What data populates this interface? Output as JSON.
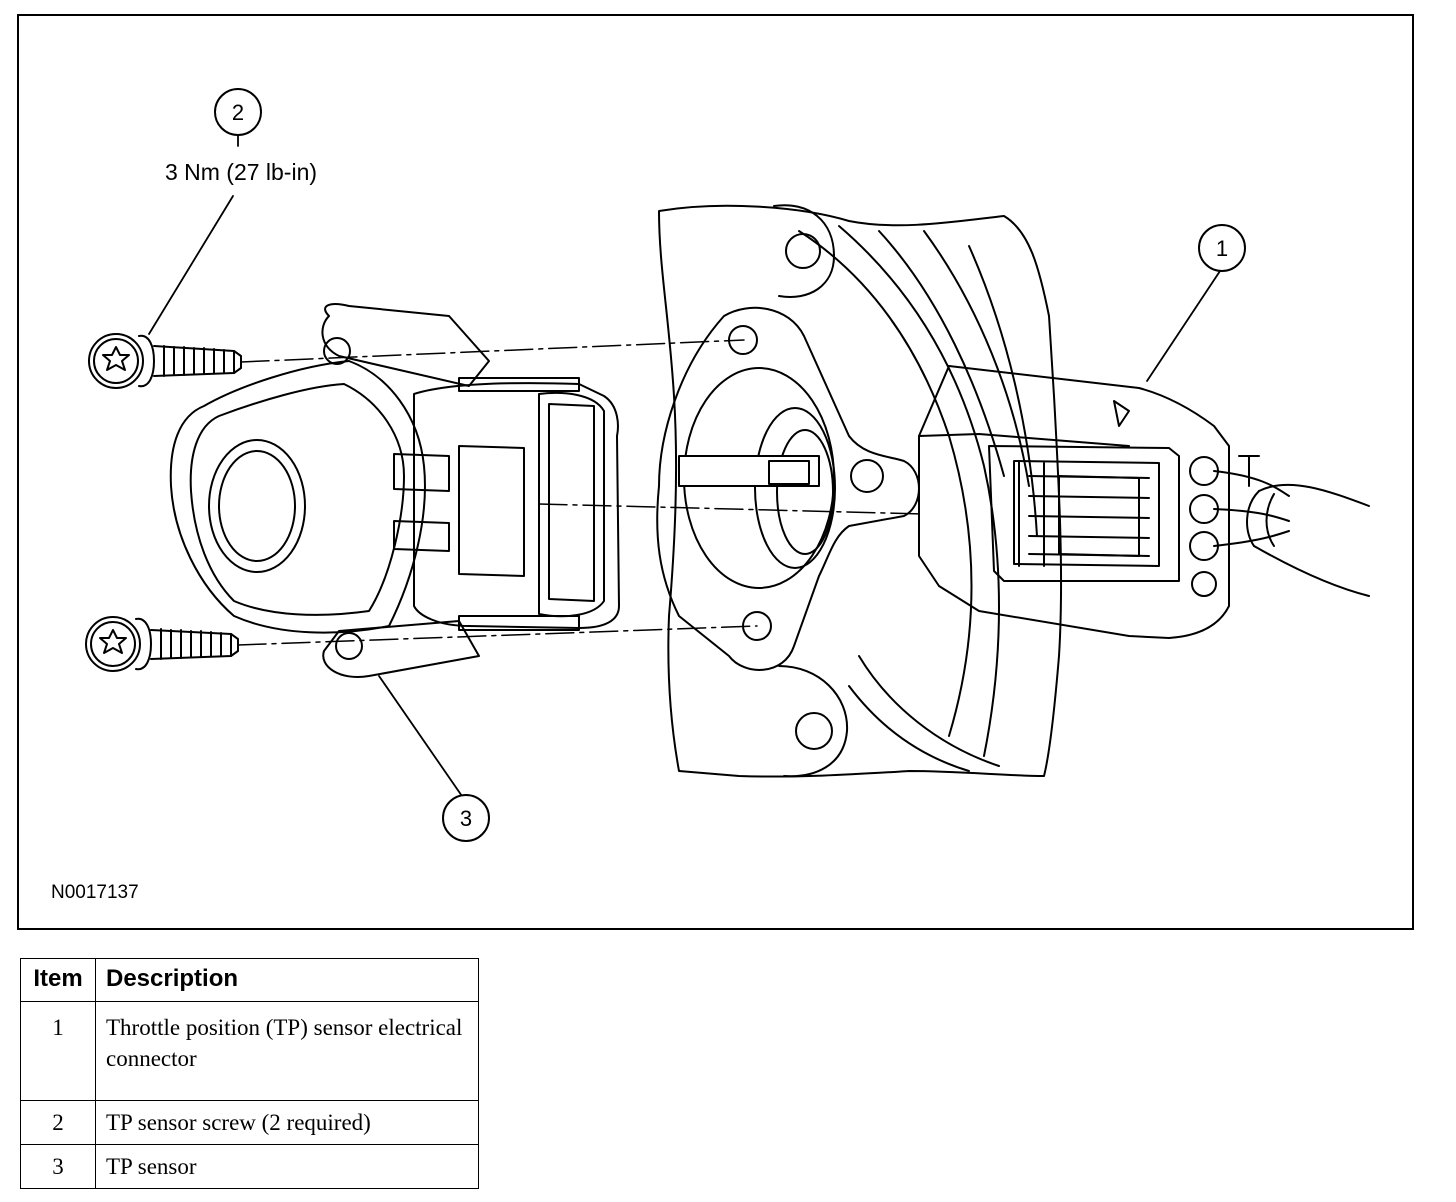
{
  "figure": {
    "figure_id": "N0017137",
    "torque_spec": "3 Nm (27 lb-in)",
    "callouts": [
      "1",
      "2",
      "3"
    ]
  },
  "legend": {
    "headers": {
      "item": "Item",
      "description": "Description"
    },
    "rows": [
      {
        "item": "1",
        "description": "Throttle position (TP) sensor electrical connector"
      },
      {
        "item": "2",
        "description": "TP sensor screw (2 required)"
      },
      {
        "item": "3",
        "description": "TP sensor"
      }
    ]
  }
}
